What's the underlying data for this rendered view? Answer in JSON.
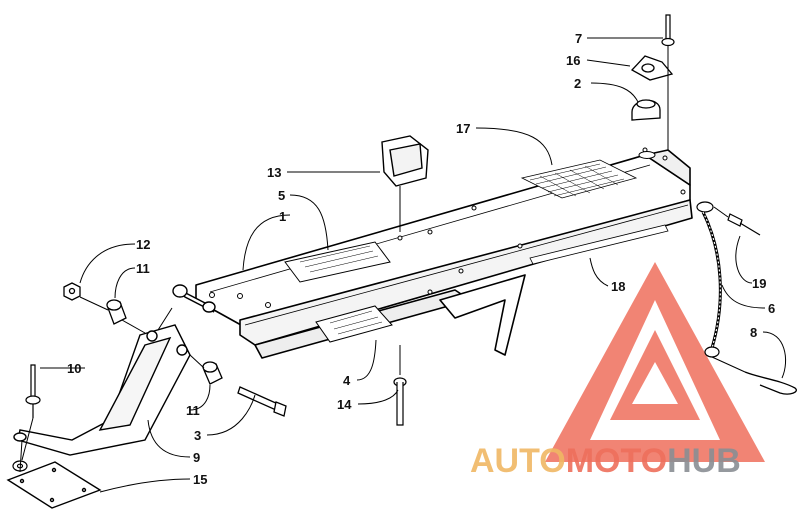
{
  "diagram": {
    "callouts": [
      {
        "id": "c1",
        "label": "1"
      },
      {
        "id": "c2",
        "label": "2"
      },
      {
        "id": "c3",
        "label": "3"
      },
      {
        "id": "c4",
        "label": "4"
      },
      {
        "id": "c5",
        "label": "5"
      },
      {
        "id": "c6",
        "label": "6"
      },
      {
        "id": "c7",
        "label": "7"
      },
      {
        "id": "c8",
        "label": "8"
      },
      {
        "id": "c9",
        "label": "9"
      },
      {
        "id": "c10",
        "label": "10"
      },
      {
        "id": "c11a",
        "label": "11"
      },
      {
        "id": "c11b",
        "label": "11"
      },
      {
        "id": "c12",
        "label": "12"
      },
      {
        "id": "c13",
        "label": "13"
      },
      {
        "id": "c14",
        "label": "14"
      },
      {
        "id": "c15",
        "label": "15"
      },
      {
        "id": "c16",
        "label": "16"
      },
      {
        "id": "c17",
        "label": "17"
      },
      {
        "id": "c18",
        "label": "18"
      },
      {
        "id": "c19",
        "label": "19"
      }
    ]
  },
  "watermark": {
    "part_auto": "AUTO",
    "part_moto": "MOTO",
    "part_hub": "HUB",
    "colors": {
      "auto": "#f0b864",
      "moto": "#ee6f5c",
      "hub": "#8a8f94",
      "logo": "#ee6f5c"
    }
  }
}
